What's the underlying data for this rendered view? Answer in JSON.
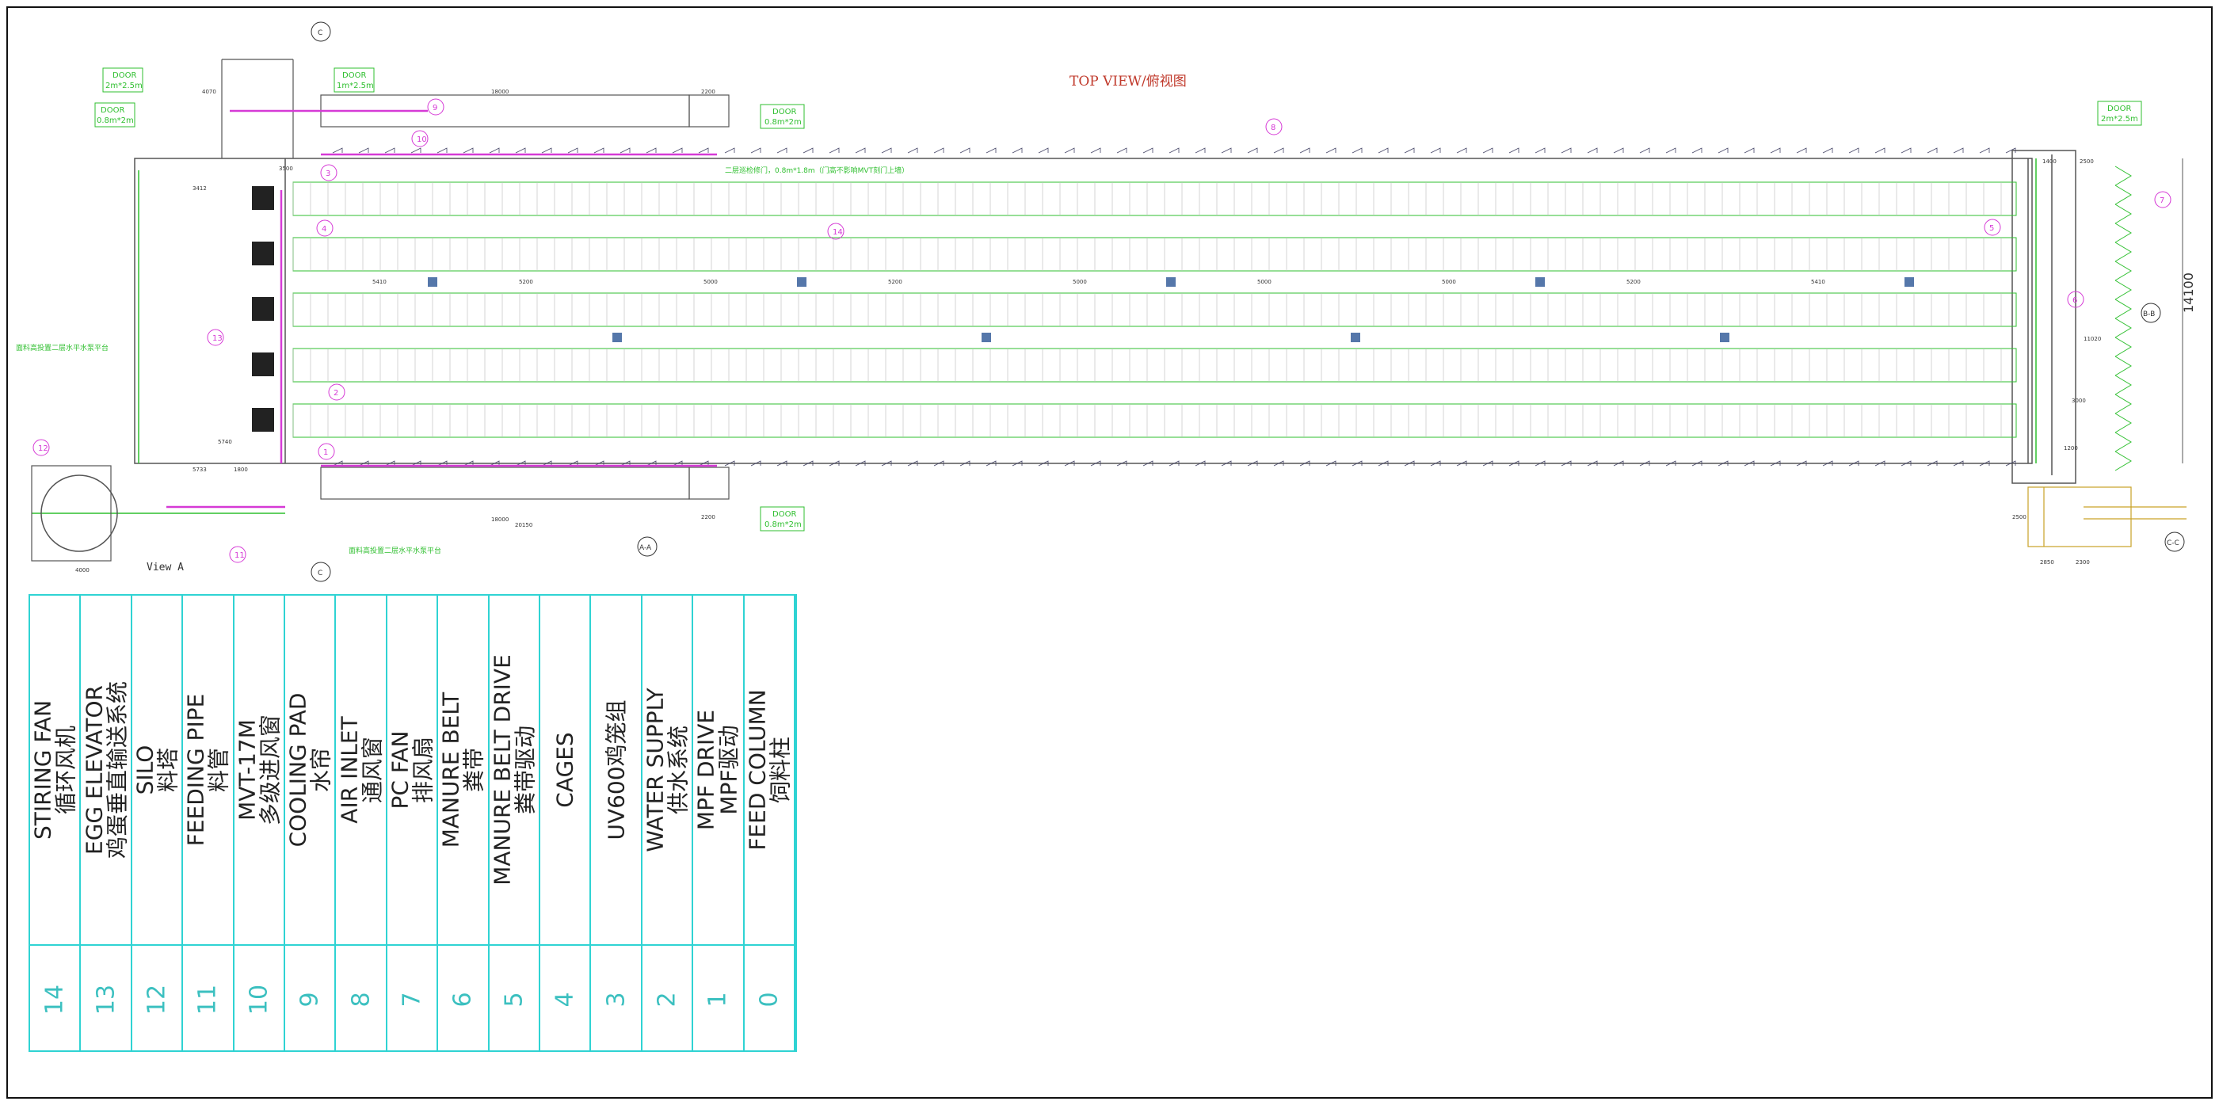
{
  "title": "TOP VIEW/俯视图",
  "dimension_total": "14100",
  "view_a": "View A",
  "section_marks": {
    "a": "A-A",
    "b": "B-B",
    "c": "C-C"
  },
  "detail_marks": {
    "c_top": "C",
    "c_bottom": "C"
  },
  "doors": [
    {
      "label": "DOOR",
      "size": "2m*2.5m"
    },
    {
      "label": "DOOR",
      "size": "1m*2.5m"
    },
    {
      "label": "DOOR",
      "size": "0.8m*2m"
    },
    {
      "label": "DOOR",
      "size": "0.8m*2m"
    },
    {
      "label": "DOOR",
      "size": "2m*2.5m"
    },
    {
      "label": "DOOR",
      "size": "0.8m*2m"
    }
  ],
  "notes": {
    "top_green": "二层巡检修门，0.8m*1.8m（门高不影响MVT刻门上墙）",
    "left_green": "面料高投置二层水平水泵平台",
    "bottom_green": "面料高投置二层水平水泵平台"
  },
  "bubbles": [
    "1",
    "2",
    "3",
    "4",
    "5",
    "6",
    "7",
    "8",
    "9",
    "10",
    "11",
    "12",
    "13",
    "14"
  ],
  "dims": {
    "top_length": "18000",
    "d2200a": "2200",
    "d4070": "4070",
    "d3412": "3412",
    "d3500": "3500",
    "d5740": "5740",
    "d5733": "5733",
    "d1800": "1800",
    "d4000": "4000",
    "d19300": "18000",
    "d20150": "20150",
    "d2200b": "2200",
    "d5410a": "5410",
    "d5200a": "5200",
    "d5000a": "5000",
    "d5200b": "5200",
    "d5000b": "5000",
    "d5000c": "5000",
    "d5000d": "5000",
    "d5200c": "5200",
    "d5410b": "5410",
    "d11020": "11020",
    "d1400": "1400",
    "d2500": "2500",
    "d3000": "3000",
    "d1200": "1200",
    "d2850": "2850",
    "d2300": "2300",
    "d2500b": "2500"
  },
  "legend": [
    {
      "no": "14",
      "en": "STIRING FAN",
      "cn": "循环风机"
    },
    {
      "no": "13",
      "en": "EGG ELEVATOR",
      "cn": "鸡蛋垂直输送系统"
    },
    {
      "no": "12",
      "en": "SILO",
      "cn": "料塔"
    },
    {
      "no": "11",
      "en": "FEEDING PIPE",
      "cn": "料管"
    },
    {
      "no": "10",
      "en": "MVT-17M",
      "cn": "多级进风窗"
    },
    {
      "no": "9",
      "en": "COOLING PAD",
      "cn": "水帘"
    },
    {
      "no": "8",
      "en": "AIR INLET",
      "cn": "通风窗"
    },
    {
      "no": "7",
      "en": "PC FAN",
      "cn": "排风扇"
    },
    {
      "no": "6",
      "en": "MANURE BELT",
      "cn": "粪带"
    },
    {
      "no": "5",
      "en": "MANURE BELT DRIVE",
      "cn": "粪带驱动"
    },
    {
      "no": "4",
      "en": "CAGES",
      "cn": ""
    },
    {
      "no": "3",
      "en": "UV600鸡笼组",
      "cn": ""
    },
    {
      "no": "2",
      "en": "WATER SUPPLY",
      "cn": "供水系统"
    },
    {
      "no": "1",
      "en": "MPF DRIVE",
      "cn": "MPF驱动"
    },
    {
      "no": "0",
      "en": "FEED COLUMN",
      "cn": "饲料柱"
    }
  ],
  "colors": {
    "green": "#2fbf2f",
    "magenta": "#d63ad6",
    "cyan": "#2fd3d3",
    "red": "#c0392b",
    "dark": "#333333"
  }
}
